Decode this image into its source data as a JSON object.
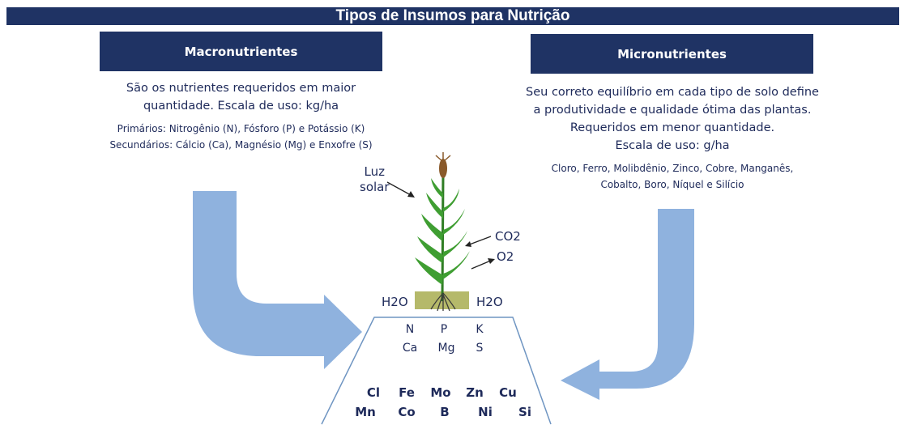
{
  "title": "Tipos de Insumos para Nutrição",
  "macro": {
    "header": "Macronutrientes",
    "desc_line1": "São os nutrientes requeridos em maior",
    "desc_line2": "quantidade. Escala de uso: kg/ha",
    "list_line1": "Primários: Nitrogênio (N), Fósforo (P) e Potássio (K)",
    "list_line2": "Secundários: Cálcio (Ca), Magnésio (Mg) e Enxofre (S)"
  },
  "micro": {
    "header": "Micronutrientes",
    "desc_line1": "Seu correto equilíbrio em cada tipo de solo define",
    "desc_line2": "a produtividade e qualidade ótima das plantas.",
    "desc_line3": "Requeridos em menor quantidade.",
    "desc_line4": "Escala de uso: g/ha",
    "list_line1": "Cloro, Ferro, Molibdênio, Zinco, Cobre, Manganês,",
    "list_line2": "Cobalto, Boro, Níquel e Silício"
  },
  "plant": {
    "sun_line1": "Luz",
    "sun_line2": "solar",
    "co2": "CO2",
    "o2": "O2",
    "h2o_left": "H2O",
    "h2o_right": "H2O"
  },
  "macro_symbols": [
    "N",
    "P",
    "K",
    "Ca",
    "Mg",
    "S"
  ],
  "micro_symbols": [
    "Cl",
    "Fe",
    "Mo",
    "Zn",
    "Cu",
    "Mn",
    "Co",
    "B",
    "Ni",
    "Si"
  ],
  "colors": {
    "header_bg": "#1f3364",
    "arrow": "#8fb2de",
    "soil": "#b5b96a",
    "leaf": "#3f9e32"
  }
}
